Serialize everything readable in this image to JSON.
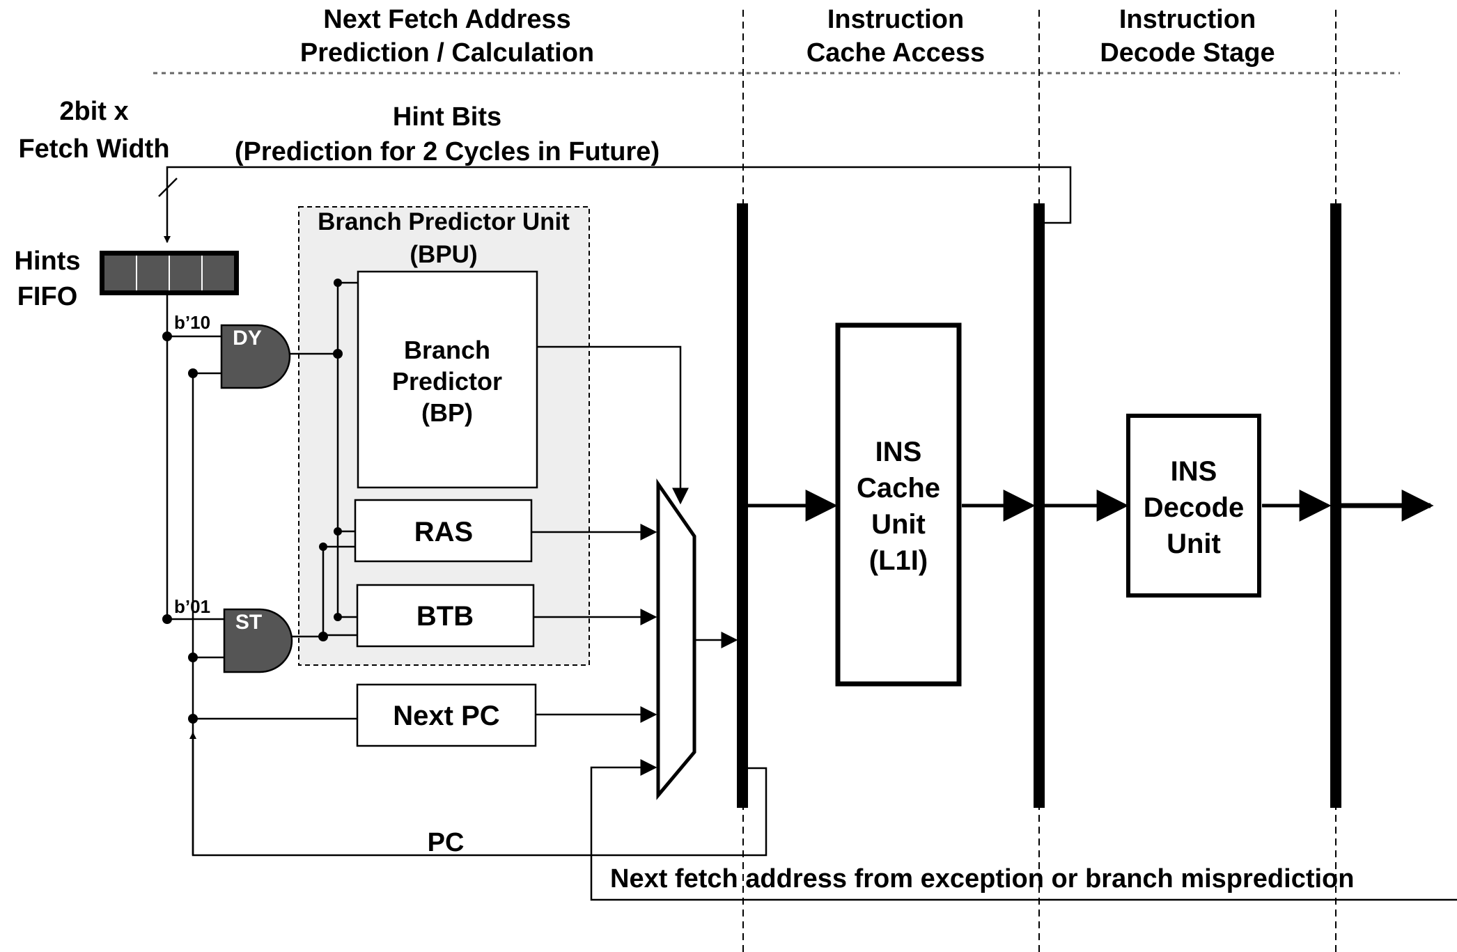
{
  "stages": {
    "fetch": {
      "line1": "Next Fetch Address",
      "line2": "Prediction / Calculation"
    },
    "cache": {
      "line1": "Instruction",
      "line2": "Cache Access"
    },
    "decode": {
      "line1": "Instruction",
      "line2": "Decode Stage"
    }
  },
  "labels": {
    "width_line1": "2bit x",
    "width_line2": "Fetch Width",
    "hint_line1": "Hint Bits",
    "hint_line2": "(Prediction for 2 Cycles in Future)",
    "fifo_line1": "Hints",
    "fifo_line2": "FIFO",
    "bits_dy": "b’10",
    "bits_st": "b’01",
    "pc": "PC",
    "next_fetch": "Next fetch address  from exception or branch misprediction"
  },
  "bpu": {
    "line1": "Branch Predictor Unit",
    "line2": "(BPU)"
  },
  "blocks": {
    "bp_line1": "Branch",
    "bp_line2": "Predictor",
    "bp_line3": "(BP)",
    "ras": "RAS",
    "btb": "BTB",
    "next_pc": "Next PC",
    "cache_line1": "INS",
    "cache_line2": "Cache",
    "cache_line3": "Unit",
    "cache_line4": "(L1I)",
    "decode_line1": "INS",
    "decode_line2": "Decode",
    "decode_line3": "Unit"
  },
  "gates": {
    "dy": "DY",
    "st": "ST"
  }
}
